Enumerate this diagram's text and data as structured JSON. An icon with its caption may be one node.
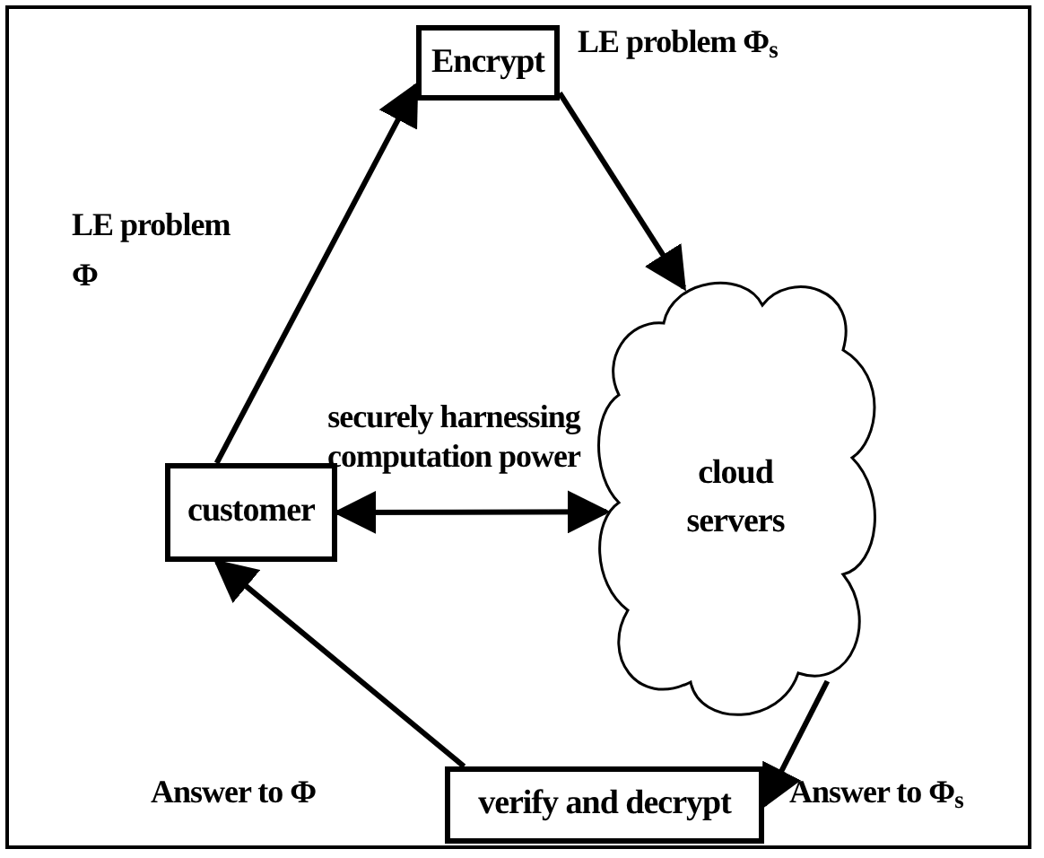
{
  "diagram": {
    "nodes": [
      {
        "text": [
          "Encrypt"
        ]
      },
      {
        "text": [
          "customer"
        ]
      },
      {
        "text": [
          "cloud servers"
        ]
      },
      {
        "text": [
          "verify and decrypt"
        ]
      }
    ],
    "edges": [
      {
        "from": 1,
        "to": 0,
        "arrow": "to",
        "label": "LE problem Φ"
      },
      {
        "from": 0,
        "to": 2,
        "arrow": "to",
        "label": "LE problem Φ$_{s}$"
      },
      {
        "from": 2,
        "to": 3,
        "arrow": "to",
        "label": "Answer to Φ$_{s}$"
      },
      {
        "from": 3,
        "to": 1,
        "arrow": "to",
        "label": "Answer to Φ"
      },
      {
        "from": 1,
        "to": 2,
        "arrow": "both",
        "label": "securely harnessing computation power"
      }
    ]
  }
}
